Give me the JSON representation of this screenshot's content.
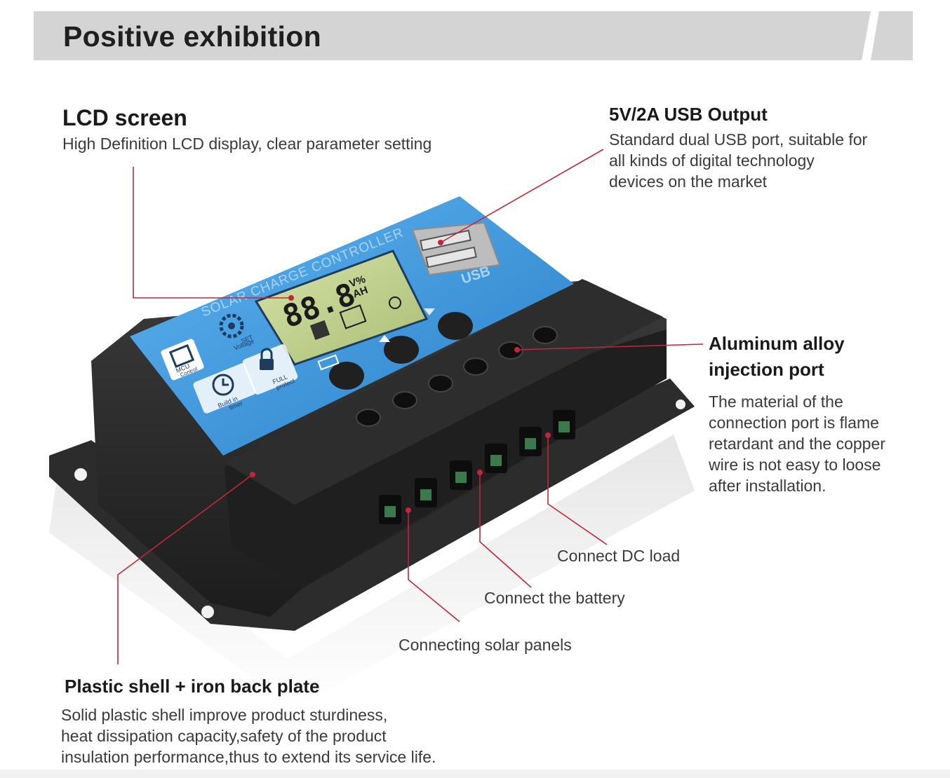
{
  "banner": {
    "title": "Positive exhibition"
  },
  "device": {
    "label": "SOLAR CHARGE CONTROLLER",
    "lcd_digits": "88.8",
    "lcd_units_top": "V%",
    "lcd_units_bottom": "AH",
    "icons": {
      "mcu": {
        "line1": "MCU",
        "line2": "Control"
      },
      "set_voltage": {
        "line1": "SET",
        "line2": "Voltage"
      },
      "build_in_timer": {
        "line1": "Build in",
        "line2": "timer"
      },
      "full_protect": {
        "line1": "FULL",
        "line2": "protect"
      }
    },
    "usb_label": "USB"
  },
  "callouts": {
    "lcd": {
      "title": "LCD screen",
      "desc": [
        "High Definition LCD display, clear parameter setting"
      ]
    },
    "usb": {
      "title": "5V/2A USB Output",
      "desc": [
        "Standard dual USB port, suitable for",
        "all kinds of digital technology",
        "devices on the market"
      ]
    },
    "port": {
      "title": [
        "Aluminum alloy",
        "injection port"
      ],
      "desc": [
        "The material of the",
        "connection port is flame",
        "retardant and the copper",
        "wire is not easy to loose",
        "after installation."
      ]
    },
    "dc_load": {
      "title": "Connect DC load"
    },
    "battery": {
      "title": "Connect the battery"
    },
    "solar": {
      "title": "Connecting solar panels"
    },
    "shell": {
      "title": "Plastic shell + iron back plate",
      "desc": [
        "Solid plastic shell improve product sturdiness,",
        "heat dissipation capacity,safety of the product",
        "insulation performance,thus to extend its service life."
      ]
    }
  },
  "colors": {
    "banner": "#d4d4d4",
    "callout_line": "#c0273a",
    "device_blue": "#3d9be0",
    "lcd_green": "#c7d79a",
    "device_black": "#262626"
  }
}
